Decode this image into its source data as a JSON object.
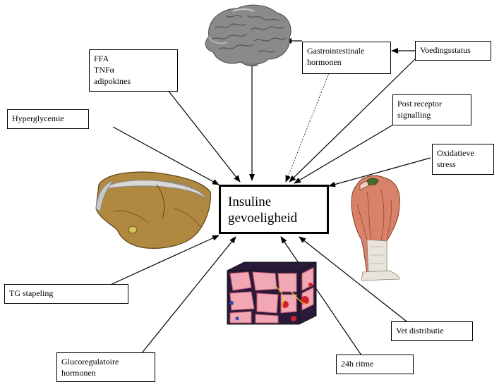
{
  "central": {
    "label": "Insuline\ngevoeligheid"
  },
  "factors": {
    "gastro": "Gastrointestinale\nhormonen",
    "voeding": "Voedingsstatus",
    "ffa": "FFA\nTNFα\nadipokines",
    "hyper": "Hyperglycemie",
    "post_receptor": "Post receptor\nsignalling",
    "oxidative": "Oxidatieve\nstress",
    "tg": "TG stapeling",
    "glucoreg": "Glucoregulatoire\nhormonen",
    "ritme": "24h ritme",
    "vet": "Vet distributie"
  },
  "icons": {
    "brain": "brain-icon",
    "liver": "liver-icon",
    "muscle": "muscle-icon",
    "adipose": "adipose-tissue-icon"
  },
  "colors": {
    "brain": "#8a8a8a",
    "liver": "#a07a3a",
    "muscle": "#d9826a",
    "adipose_cell": "#f2a7b5",
    "adipose_matrix": "#2a1a3a",
    "adipose_red": "#d0202a"
  }
}
